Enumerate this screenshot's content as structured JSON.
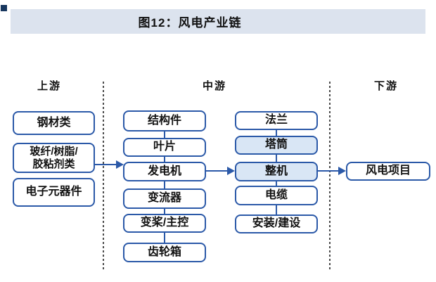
{
  "figure": {
    "title": "图12：风电产业链"
  },
  "colors": {
    "accent_blue": "#2b59a8",
    "highlight_fill": "#d9e6f5",
    "title_band_bg": "#dce3ee",
    "divider_gray": "#4a4a4a",
    "corner_mark_navy": "#17375e"
  },
  "sections": {
    "upstream": {
      "label": "上游",
      "boxes": [
        {
          "label": "钢材类"
        },
        {
          "label": "玻纤/树脂/\n胶粘剂类"
        },
        {
          "label": "电子元器件"
        }
      ]
    },
    "midstream": {
      "label": "中游",
      "column1": [
        "结构件",
        "叶片",
        "发电机",
        "变流器",
        "变桨/主控",
        "齿轮箱"
      ],
      "column2": [
        {
          "label": "法兰",
          "highlight": false
        },
        {
          "label": "塔筒",
          "highlight": true
        },
        {
          "label": "整机",
          "highlight": true
        },
        {
          "label": "电缆",
          "highlight": false
        },
        {
          "label": "安装/建设",
          "highlight": false
        }
      ]
    },
    "downstream": {
      "label": "下游",
      "boxes": [
        {
          "label": "风电项目"
        }
      ]
    }
  }
}
